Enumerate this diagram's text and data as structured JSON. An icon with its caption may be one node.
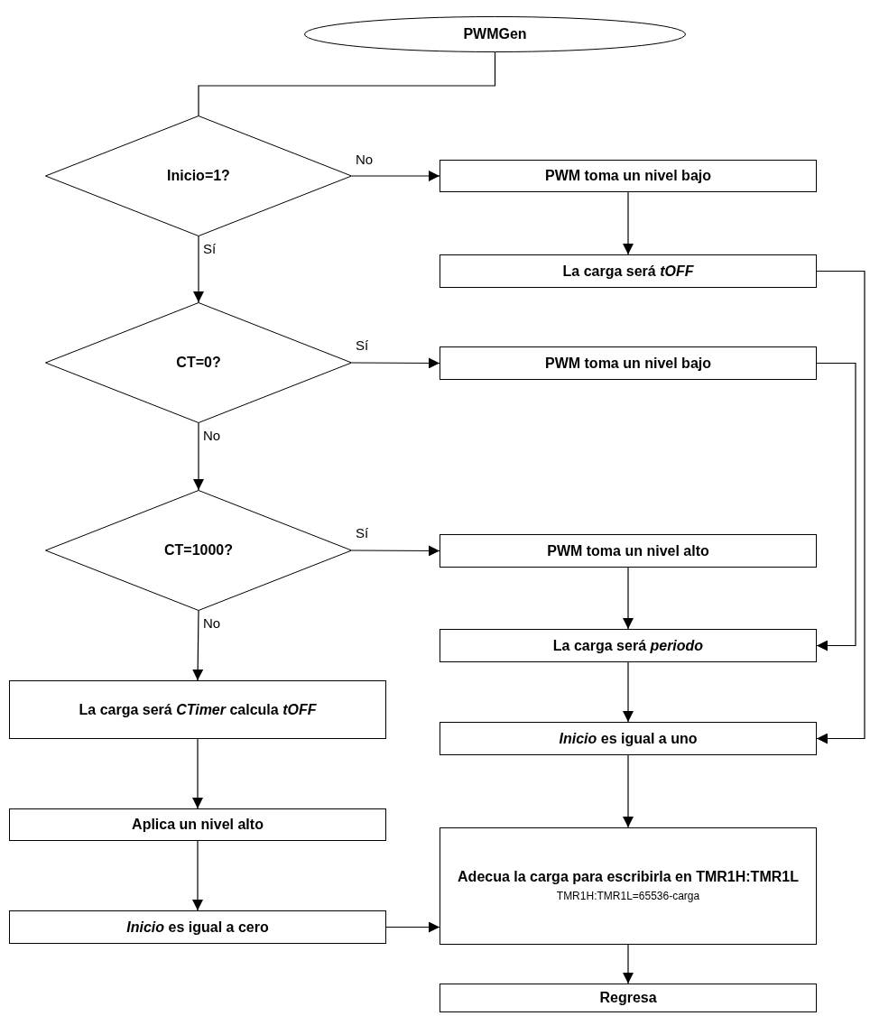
{
  "diagram": {
    "nodes": [
      {
        "text": [
          "PWMGen"
        ]
      },
      {
        "text": [
          "Inicio=1?"
        ]
      },
      {
        "text": [
          "PWM toma un nivel bajo"
        ]
      },
      {
        "text": [
          "La carga será *tOFF*"
        ]
      },
      {
        "text": [
          "CT=0?"
        ]
      },
      {
        "text": [
          "PWM toma un nivel bajo"
        ]
      },
      {
        "text": [
          "CT=1000?"
        ]
      },
      {
        "text": [
          "PWM toma un nivel alto"
        ]
      },
      {
        "text": [
          "La carga será *periodo*"
        ]
      },
      {
        "text": [
          "La carga será *CTimer* calcula *tOFF*"
        ]
      },
      {
        "text": [
          "Aplica un nivel alto"
        ]
      },
      {
        "text": [
          "*Inicio* es igual a cero"
        ]
      },
      {
        "text": [
          "*Inicio* es igual a uno"
        ]
      },
      {
        "text": [
          "Adecua la carga para escribirla en TMR1H:TMR1L",
          "TMR1H:TMR1L=65536-carga"
        ]
      },
      {
        "text": [
          "Regresa"
        ]
      }
    ],
    "edges": [
      {
        "from": 0,
        "to": 1,
        "arrow": "none"
      },
      {
        "from": 1,
        "to": 2,
        "arrow": "to",
        "label": "No"
      },
      {
        "from": 1,
        "to": 4,
        "arrow": "to",
        "label": "Sí"
      },
      {
        "from": 2,
        "to": 3,
        "arrow": "to"
      },
      {
        "from": 3,
        "to": 12,
        "arrow": "to"
      },
      {
        "from": 4,
        "to": 5,
        "arrow": "to",
        "label": "Sí"
      },
      {
        "from": 4,
        "to": 6,
        "arrow": "to",
        "label": "No"
      },
      {
        "from": 5,
        "to": 8,
        "arrow": "to"
      },
      {
        "from": 6,
        "to": 7,
        "arrow": "to",
        "label": "Sí"
      },
      {
        "from": 6,
        "to": 9,
        "arrow": "to",
        "label": "No"
      },
      {
        "from": 7,
        "to": 8,
        "arrow": "to"
      },
      {
        "from": 8,
        "to": 12,
        "arrow": "to"
      },
      {
        "from": 9,
        "to": 10,
        "arrow": "to"
      },
      {
        "from": 10,
        "to": 11,
        "arrow": "to"
      },
      {
        "from": 11,
        "to": 13,
        "arrow": "to"
      },
      {
        "from": 12,
        "to": 13,
        "arrow": "to"
      },
      {
        "from": 13,
        "to": 14,
        "arrow": "to"
      }
    ]
  }
}
